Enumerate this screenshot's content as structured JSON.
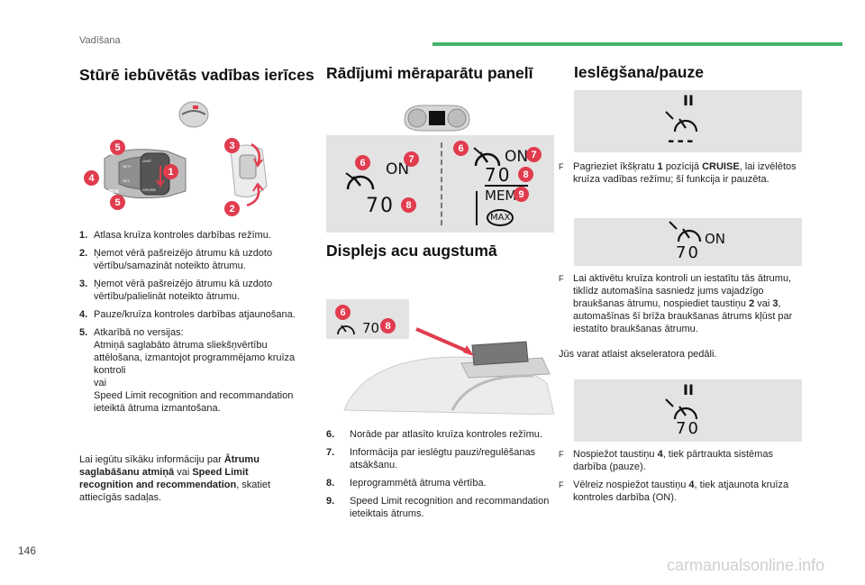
{
  "header": {
    "section": "Vadīšana"
  },
  "page_number": "146",
  "watermark": "carmanualsonline.info",
  "col1": {
    "title": "Stūrē iebūvētās vadības ierīces",
    "stalk_labels": {
      "mem": "MEM",
      "limit": "LIMIT",
      "cruise": "CRUISE",
      "set_plus": "SET+",
      "set_minus": "SET-"
    },
    "callouts": [
      "5",
      "4",
      "5",
      "3",
      "1",
      "2"
    ],
    "items": [
      {
        "num": "1.",
        "text": "Atlasa kruīza kontroles darbības režīmu."
      },
      {
        "num": "2.",
        "text": "Ņemot vērā pašreizējo ātrumu kā uzdoto vērtību/samazināt noteikto ātrumu."
      },
      {
        "num": "3.",
        "text": "Ņemot vērā pašreizējo ātrumu kā uzdoto vērtību/palielināt noteikto ātrumu."
      },
      {
        "num": "4.",
        "text": "Pauze/kruīza kontroles darbības atjaunošana."
      },
      {
        "num": "5.",
        "lines": [
          "Atkarībā no versijas:",
          "Atmiņā saglabāto ātruma sliekšņvērtību attēlošana, izmantojot programmējamo kruīza kontroli",
          "vai",
          "Speed Limit recognition and recommandation ieteiktā ātruma izmantošana."
        ]
      }
    ],
    "note": {
      "pre": "Lai iegūtu sīkāku informāciju par ",
      "b1": "Ātrumu saglabāšanu atmiņā",
      "mid": " vai ",
      "b2": "Speed Limit recognition and recommendation",
      "post": ", skatiet attiecīgās sadaļas."
    }
  },
  "col2": {
    "title": "Rādījumi mēraparātu panelī",
    "subtitle": "Displejs acu augstumā",
    "panel": {
      "on_left": "ON",
      "speed_left": "70",
      "on_right": "ON",
      "speed_right": "70",
      "mem": "MEM",
      "max": "MAX",
      "callouts": [
        "6",
        "7",
        "8",
        "6",
        "7",
        "8",
        "9"
      ]
    },
    "hud": {
      "speed": "70",
      "callouts": [
        "6",
        "8"
      ]
    },
    "items": [
      {
        "num": "6.",
        "text": "Norāde par atlasīto kruīza kontroles režīmu."
      },
      {
        "num": "7.",
        "text": "Informācija par ieslēgtu pauzi/regulēšanas atsākšanu."
      },
      {
        "num": "8.",
        "text": "Ieprogrammētā ātruma vērtība."
      },
      {
        "num": "9.",
        "text": "Speed Limit recognition and recommandation ieteiktais ātrums."
      }
    ]
  },
  "col3": {
    "title": "Ieslēgšana/pauze",
    "box1": {
      "pause": "II",
      "dashes": "---"
    },
    "box2": {
      "on": "ON",
      "speed": "70"
    },
    "box3": {
      "pause": "II",
      "speed": "70"
    },
    "bullet_mark": "F",
    "b1": {
      "pre": "Pagrieziet īkšķratu ",
      "b1": "1",
      "mid": " pozīcijā ",
      "b2": "CRUISE",
      "post": ", lai izvēlētos kruīza vadības režīmu; šī funkcija ir pauzēta."
    },
    "b2": {
      "p1": "Lai aktivētu kruīza kontroli un iestatītu tās ātrumu, tiklīdz automašīna sasniedz jums vajadzīgo braukšanas ātrumu, nospiediet taustiņu ",
      "k1": "2",
      "p2": " vai ",
      "k2": "3",
      "p3": ", automašīnas šī brīža braukšanas ātrums kļūst par iestatīto braukšanas ātrumu."
    },
    "accel": "Jūs varat atlaist akseleratora pedāli.",
    "b3": {
      "p1": "Nospiežot taustiņu ",
      "k": "4",
      "p2": ", tiek pārtraukta sistēmas darbība (pauze)."
    },
    "b4": {
      "p1": "Vēlreiz nospiežot taustiņu ",
      "k": "4",
      "p2": ", tiek atjaunota kruīza kontroles darbība (ON)."
    }
  },
  "colors": {
    "accent": "#e03c4e",
    "green": "#44b36b",
    "panel": "#e3e3e3"
  }
}
